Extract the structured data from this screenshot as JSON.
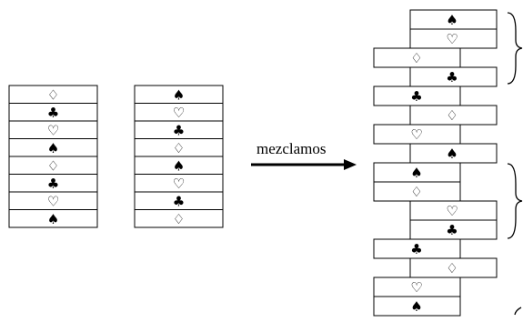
{
  "symbols": {
    "spade": "♠",
    "heart": "♡",
    "club": "♣",
    "diamond": "♢"
  },
  "deck_left": [
    "diamond",
    "club",
    "heart",
    "spade",
    "diamond",
    "club",
    "heart",
    "spade"
  ],
  "deck_right": [
    "spade",
    "heart",
    "club",
    "diamond",
    "spade",
    "heart",
    "club",
    "diamond"
  ],
  "arrow": {
    "label": "mezclamos"
  },
  "shuffled": [
    "spade",
    "heart",
    "diamond",
    "club",
    "club",
    "diamond",
    "heart",
    "spade",
    "spade",
    "diamond",
    "heart",
    "club",
    "club",
    "diamond",
    "heart",
    "spade"
  ],
  "shuffled_source": [
    "right",
    "right",
    "left",
    "right",
    "left",
    "right",
    "left",
    "right",
    "left",
    "left",
    "right",
    "right",
    "left",
    "right",
    "left",
    "left"
  ]
}
